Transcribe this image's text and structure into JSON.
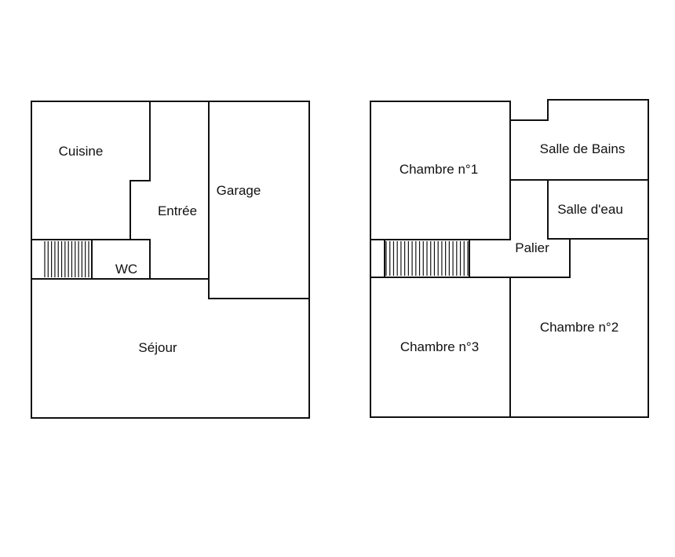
{
  "ground_floor": {
    "rooms": {
      "cuisine": "Cuisine",
      "entree": "Entrée",
      "garage": "Garage",
      "wc": "WC",
      "sejour": "Séjour"
    },
    "stairs": {
      "step_count": 13
    }
  },
  "upper_floor": {
    "rooms": {
      "chambre1": "Chambre n°1",
      "salle_de_bains": "Salle de Bains",
      "salle_deau": "Salle d'eau",
      "palier": "Palier",
      "chambre2": "Chambre n°2",
      "chambre3": "Chambre n°3"
    },
    "stairs": {
      "step_count": 22
    }
  },
  "colors": {
    "line": "#111111",
    "background": "#ffffff"
  }
}
